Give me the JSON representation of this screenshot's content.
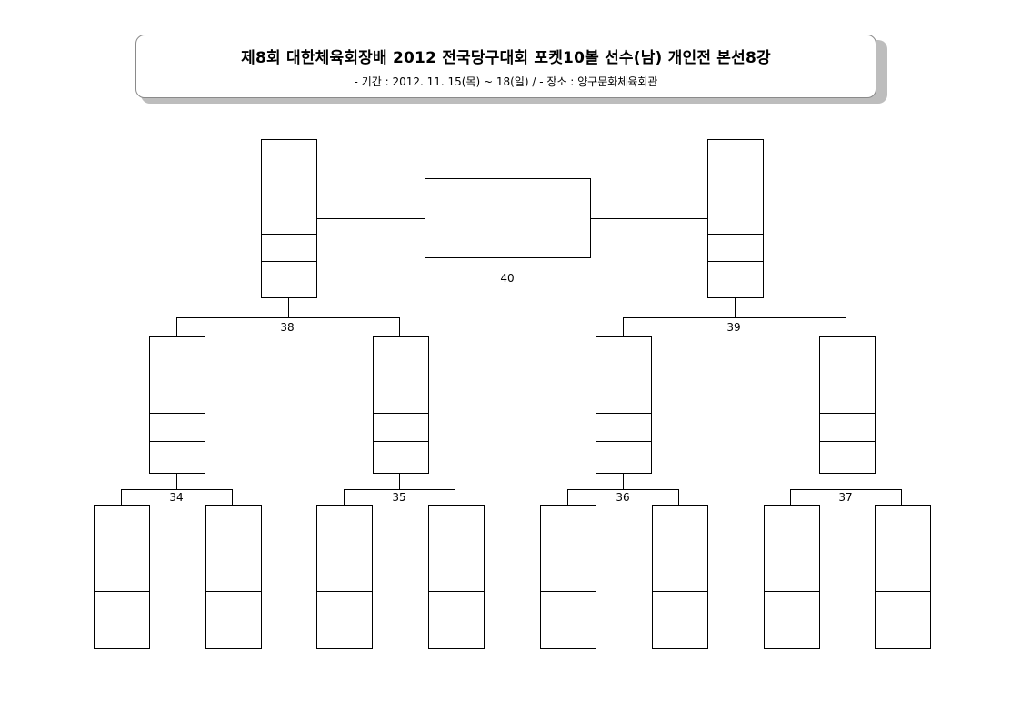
{
  "header": {
    "title": "제8회 대한체육회장배 2012 전국당구대회 포켓10볼 선수(남) 개인전 본선8강",
    "subtitle": "- 기간 : 2012. 11. 15(목) ~ 18(일)  /  - 장소 : 양구문화체육회관"
  },
  "bracket": {
    "final_match": "40",
    "semifinal_matches": [
      "38",
      "39"
    ],
    "quarterfinal_matches": [
      "34",
      "35",
      "36",
      "37"
    ]
  }
}
